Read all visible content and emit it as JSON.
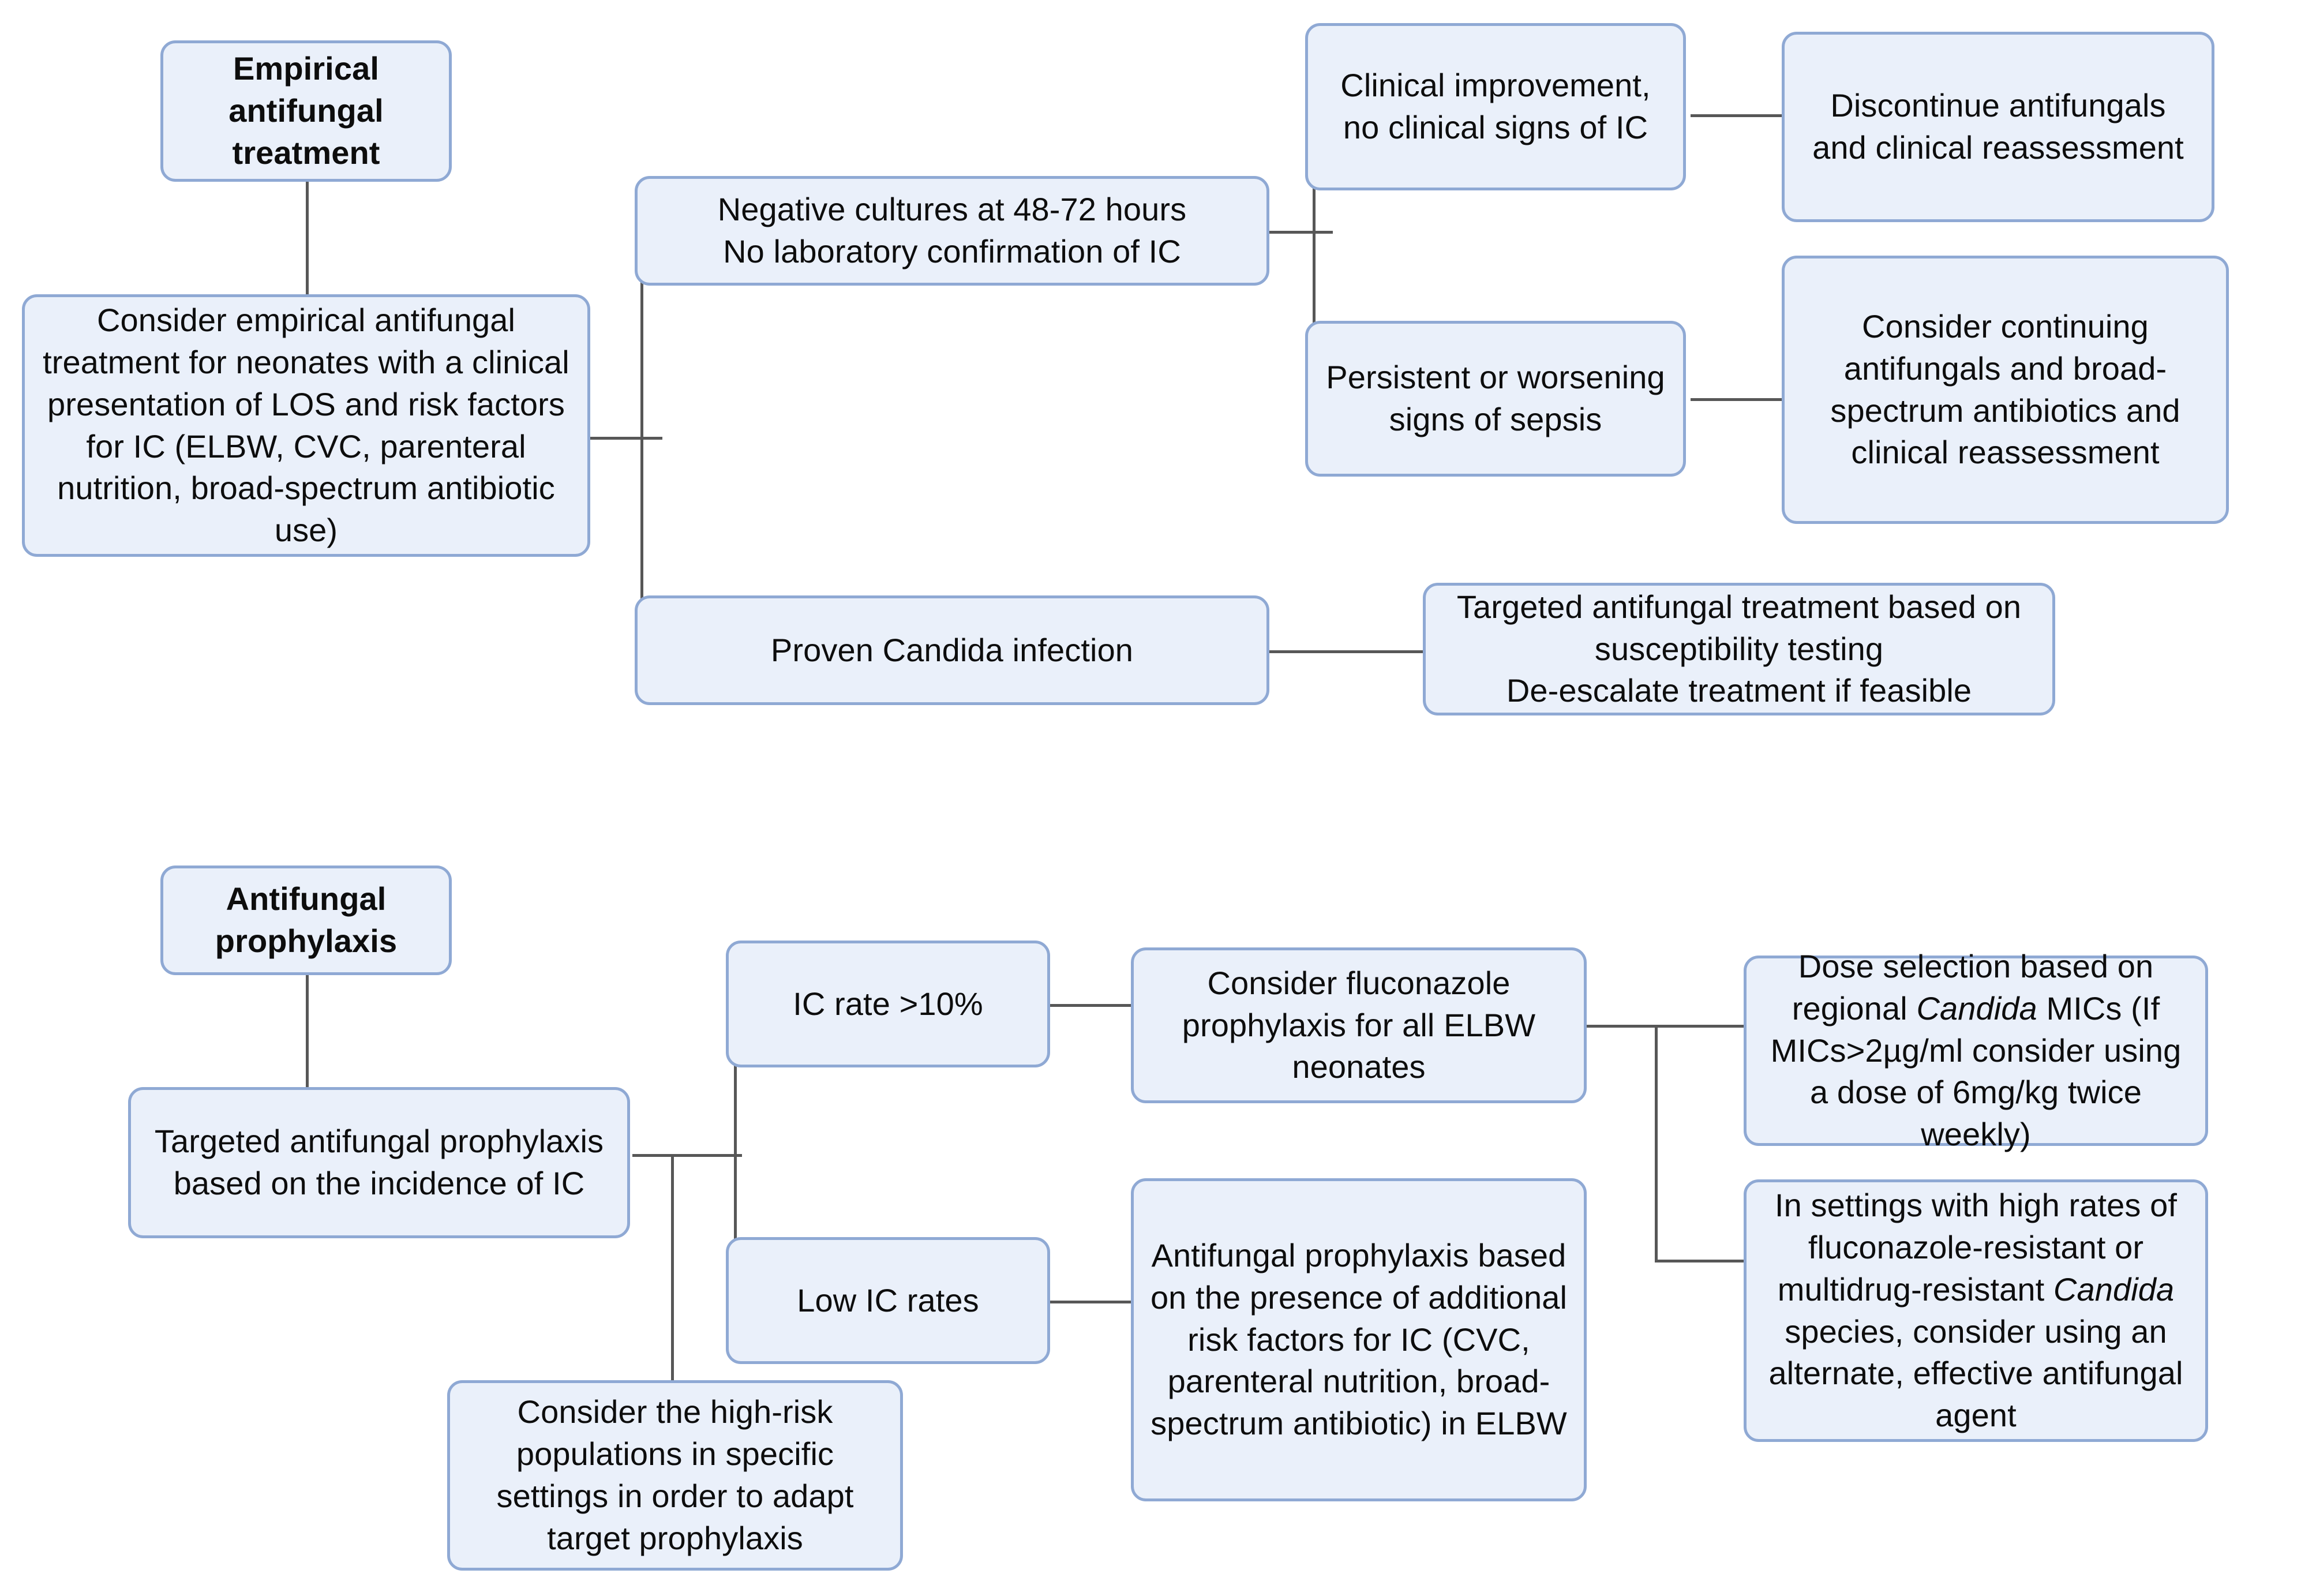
{
  "diagram": {
    "title": "Antifungal treatment and prophylaxis flowchart for neonates",
    "colors": {
      "node_fill": "#eaf0fa",
      "node_border": "#8fa9d4",
      "connector": "#575757",
      "text": "#0d0d0d",
      "background": "#ffffff"
    },
    "sections": [
      {
        "id": "empirical-treatment",
        "heading": "Empirical antifungal treatment"
      },
      {
        "id": "prophylaxis",
        "heading": "Antifungal prophylaxis"
      }
    ],
    "nodes": {
      "empirical_header": "Empirical\nantifungal\ntreatment",
      "empirical_root": "Consider empirical antifungal treatment for neonates with a clinical presentation of LOS and risk factors for IC (ELBW, CVC, parenteral nutrition, broad-spectrum antibiotic use)",
      "negative_cultures": "Negative cultures at 48-72 hours\nNo laboratory confirmation of IC",
      "clinical_improvement": "Clinical improvement, no clinical signs of IC",
      "discontinue": "Discontinue antifungals and clinical reassessment",
      "persistent_sepsis": "Persistent or worsening signs of sepsis",
      "continue_antifungals": "Consider continuing antifungals and broad-spectrum antibiotics and clinical reassessment",
      "proven_candida": "Proven Candida infection",
      "targeted_treatment": "Targeted antifungal treatment based on susceptibility testing\nDe-escalate treatment if feasible",
      "prophylaxis_header": "Antifungal\nprophylaxis",
      "prophylaxis_root": "Targeted antifungal prophylaxis based on the incidence of IC",
      "ic_rate_high": "IC rate >10%",
      "fluconazole_all_elbw": "Consider fluconazole prophylaxis for all ELBW neonates",
      "dose_selection_pre": "Dose selection based on regional ",
      "dose_selection_italic": "Candida",
      "dose_selection_post": " MICs (If MICs>2µg/ml consider using a dose of 6mg/kg twice weekly)",
      "resistant_pre": "In settings with high rates of fluconazole-resistant or multidrug-resistant ",
      "resistant_italic": "Candida",
      "resistant_post": " species, consider using an alternate, effective antifungal agent",
      "ic_rate_low": "Low IC rates",
      "prophylaxis_risk_factors": "Antifungal prophylaxis based on the presence of additional risk factors for IC (CVC, parenteral nutrition, broad-spectrum antibiotic) in ELBW",
      "high_risk_populations": "Consider the high-risk populations in specific settings in order to adapt target prophylaxis"
    }
  }
}
